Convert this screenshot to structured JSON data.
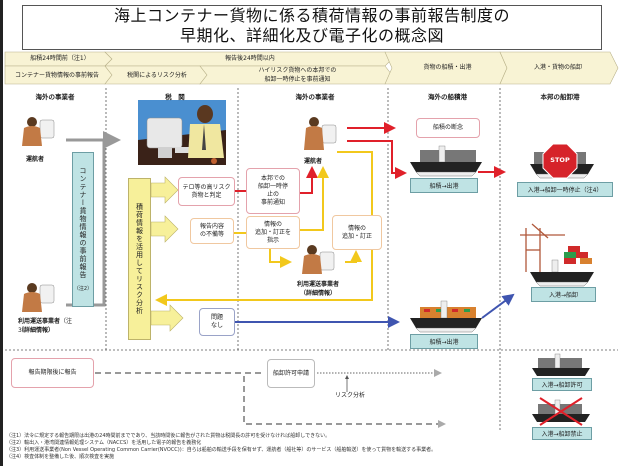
{
  "title": {
    "line1": "海上コンテナー貨物に係る積荷情報の事前報告制度の",
    "line2": "早期化、詳細化及び電子化の概念図"
  },
  "timeline": {
    "top_row": [
      "船積24時間前（注1）",
      "報告後24時間以内"
    ],
    "bottom_row": [
      "コンテナー貨物情報の事前報告",
      "税関によるリスク分析",
      "ハイリスク貨物への本邦での",
      "船卸一時停止を事前通知",
      "貨物の船積・出港",
      "入港・貨物の船卸"
    ]
  },
  "columns": [
    "海外の事業者",
    "税　関",
    "海外の事業者",
    "海外の船積港",
    "本邦の船卸港"
  ],
  "actors": {
    "carrier_left": "運航者",
    "nvocc_left_line1": "利用運送事業者",
    "nvocc_left_note": "（注3）",
    "nvocc_left_line2": "（詳細情報）",
    "carrier_mid": "運航者",
    "nvocc_mid_line1": "利用運送事業者",
    "nvocc_mid_line2": "（詳細情報）"
  },
  "advance_report": {
    "text": "コンテナー貨物情報の事前報告",
    "note": "（注2）"
  },
  "risk_analysis_bar": "積荷情報を活用してリスク分析",
  "boxes": {
    "high_risk": [
      "テロ等の高リスク",
      "貨物と判定"
    ],
    "incomplete": [
      "報告内容",
      "の不備等"
    ],
    "no_problem": [
      "問題",
      "なし"
    ],
    "advance_notice": [
      "本邦での",
      "船卸一時停",
      "止の",
      "事前通知"
    ],
    "instruct_correction": [
      "情報の",
      "追加・訂正を",
      "指示"
    ],
    "correction": [
      "情報の",
      "追加・訂正"
    ],
    "loading_refused": "船積の断念"
  },
  "ship_labels": {
    "departure_red": "船積→出港",
    "stop_label": "入港→船卸一時停止（注4）",
    "stop_sign": "STOP",
    "departure_blue": "船積→出港",
    "unload": "入港→船卸",
    "unload_permit": "入港→船卸許可",
    "unload_ban": "入港→船卸禁止"
  },
  "late_flow": {
    "late_report": "報告期限後に報告",
    "unload_application": "船卸許可申請",
    "risk_analysis": "リスク分析"
  },
  "notes": [
    "（注1）法令に規定する報告期限は出港の24時間前までであり、当該時間後に報告がされた貨物は税関長の許可を受けなければ船卸しできない。",
    "（注2）輸出入・港湾関連情報処理システム（NACCS）を活用した電子的報告を義務化",
    "（注3）利用運送事業者(Non Vessel Operating Common Carrier(NVOCC))：自らは船舶の輸送手段を保有せず、運航者（船社等）のサービス（船舶輸送）を使って貨物を輸送する事業者。",
    "（注4）検査体制を整備した後、順次検査を実施"
  ],
  "colors": {
    "timeline_fill": "#f8f3d4",
    "red_flow": "#e0202a",
    "yellow_flow": "#f2c81c",
    "blue_flow": "#3f55b0",
    "teal_label": "#bfe3e4",
    "yellow_bar": "#f7f09a"
  }
}
